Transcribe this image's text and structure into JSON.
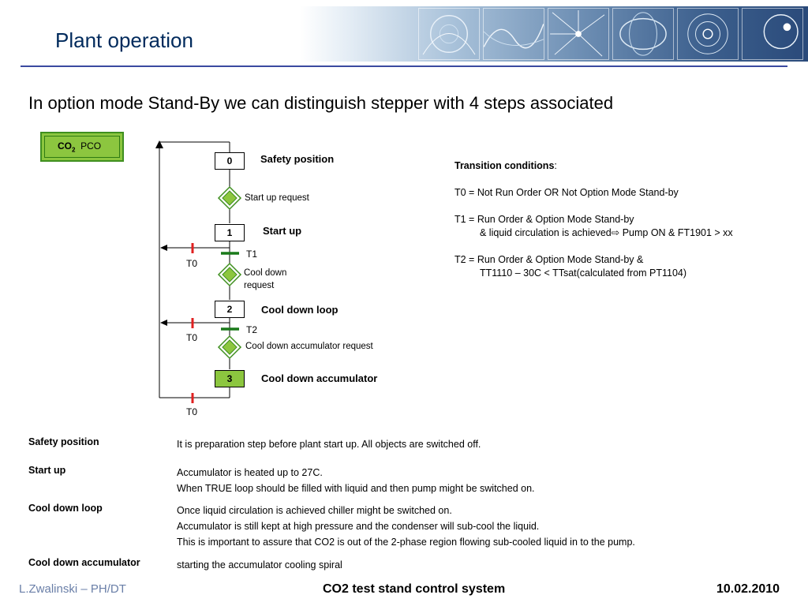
{
  "header": {
    "title": "Plant operation",
    "subtitle": "In option mode Stand-By we can distinguish stepper with 4 steps associated"
  },
  "pco_box": {
    "co2": "CO",
    "co2_sub": "2",
    "label": "PCO",
    "color": "#8cc63f"
  },
  "diagram": {
    "steps": [
      {
        "number": "0",
        "label": "Safety position"
      },
      {
        "number": "1",
        "label": "Start up"
      },
      {
        "number": "2",
        "label": "Cool down loop"
      },
      {
        "number": "3",
        "label": "Cool down accumulator",
        "active": true
      }
    ],
    "requests": [
      "Start up request",
      "Cool down",
      "request",
      "Cool down accumulator request"
    ],
    "transitions": [
      "T1",
      "T2"
    ],
    "reset_label": "T0",
    "colors": {
      "transition": "#1a7a1a",
      "reset": "#e02020",
      "diamond_fill": "#8cc63f"
    }
  },
  "conditions": {
    "heading": "Transition conditions",
    "heading_suffix": ":",
    "t0": "T0 = Not Run Order OR Not Option Mode Stand-by",
    "t1_line1": "T1 = Run Order & Option Mode Stand-by",
    "t1_line2": "& liquid circulation is achieved⇨ Pump ON & FT1901 > xx",
    "t2_line1": "T2 = Run Order & Option Mode Stand-by &",
    "t2_line2": "TT1110 – 30C < TTsat(calculated from PT1104)"
  },
  "definitions": [
    {
      "term": "Safety position",
      "lines": [
        "It is preparation step before plant start up. All objects are switched off."
      ]
    },
    {
      "term": "Start up",
      "lines": [
        "Accumulator is heated up to 27C.",
        "When TRUE loop should be filled with liquid and then pump might be switched on."
      ]
    },
    {
      "term": "Cool down loop",
      "lines": [
        "Once liquid circulation is achieved chiller might be switched on.",
        "Accumulator is still kept at high pressure and the condenser will sub-cool the liquid.",
        "This is important to assure that CO2 is out of the 2-phase region flowing sub-cooled liquid in to the pump."
      ]
    },
    {
      "term": "Cool down accumulator",
      "lines": [
        "starting the accumulator cooling spiral"
      ]
    }
  ],
  "footer": {
    "author": "L.Zwalinski – PH/DT",
    "title": "CO2 test stand control system",
    "date": "10.02.2010"
  }
}
